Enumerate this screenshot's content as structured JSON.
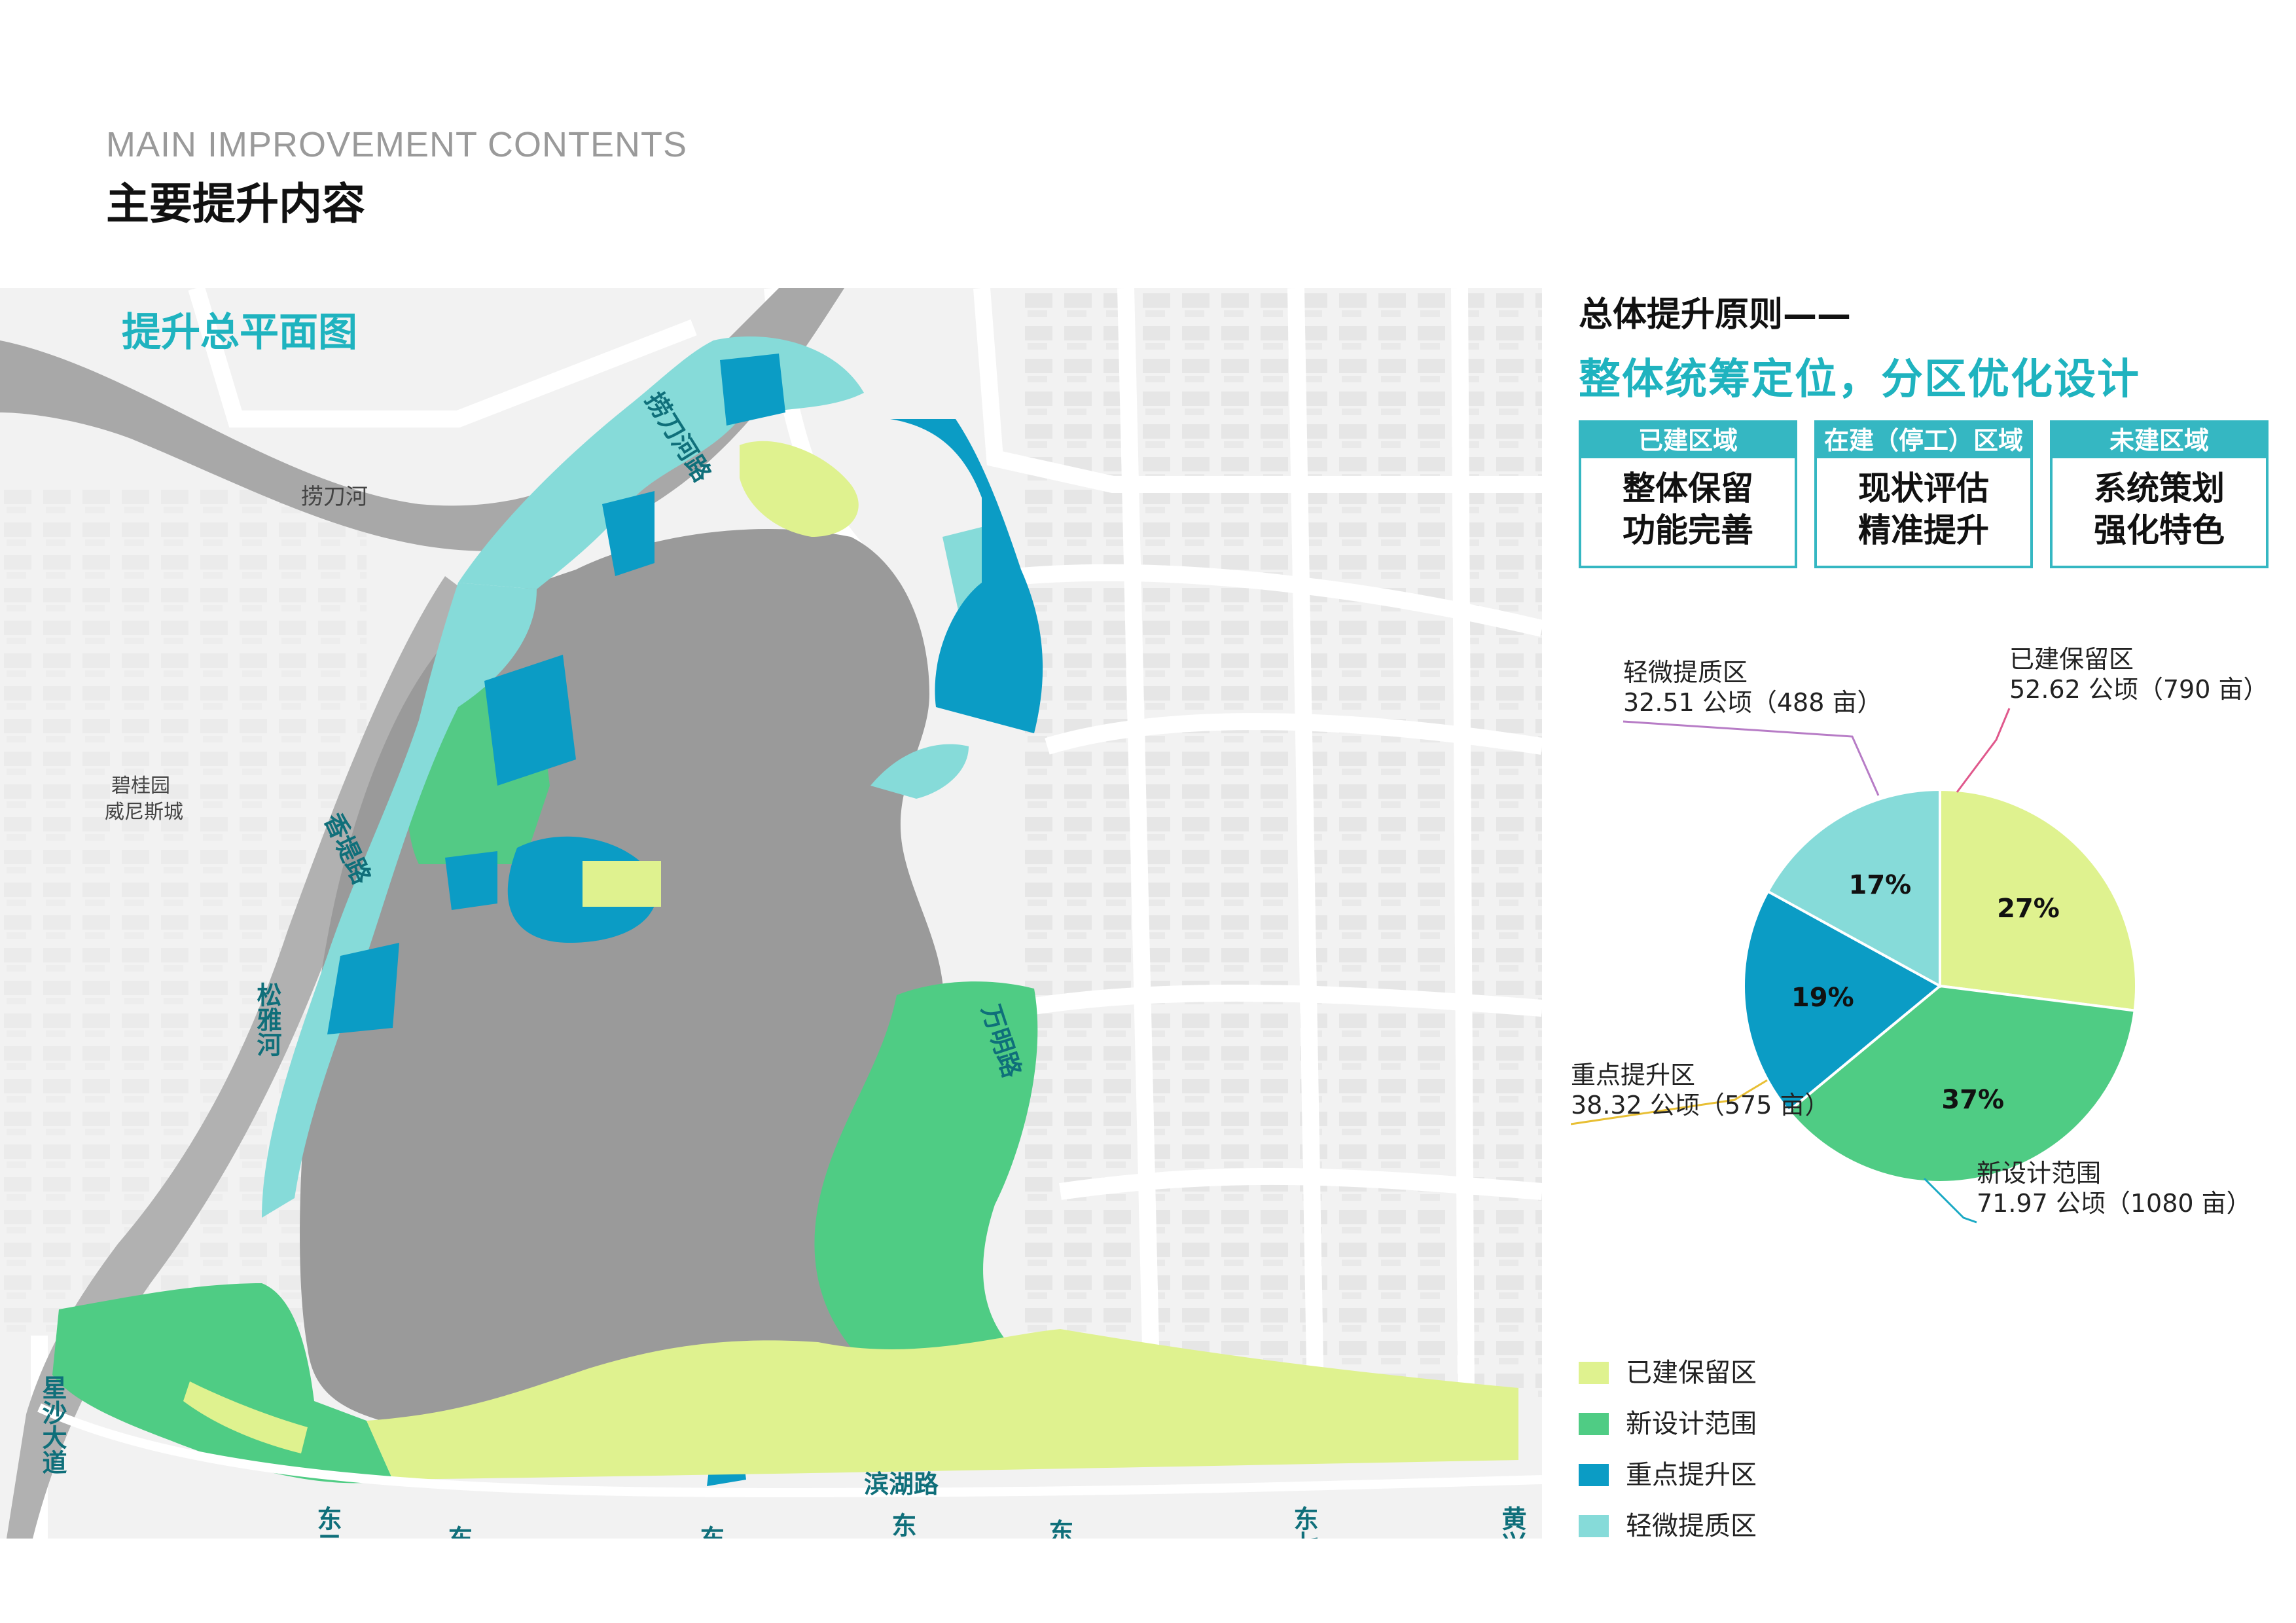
{
  "header": {
    "en_title": "MAIN IMPROVEMENT CONTENTS",
    "cn_title": "主要提升内容"
  },
  "map": {
    "title": "提升总平面图",
    "labels": {
      "laodao_river_road": "捞刀河路",
      "laodao_river": "捞刀河",
      "biguiyuan": "碧桂园",
      "weinisi": "威尼斯城",
      "xiangdi_road": "香堤路",
      "songya_river": "松雅河",
      "wanming_road": "万明路",
      "xingsha_avenue": "星沙大道",
      "binhu_road": "滨湖路",
      "dong2": "东二路",
      "dong3": "东三路",
      "dong4": "东四路",
      "dong5": "东五路",
      "dong6": "东六路",
      "dong7": "东七路",
      "huangxing_avenue": "黄兴大道"
    }
  },
  "principle": {
    "heading": "总体提升原则——",
    "subheading": "整体统筹定位，分区优化设计",
    "boxes": [
      {
        "head": "已建区域",
        "line1": "整体保留",
        "line2": "功能完善"
      },
      {
        "head": "在建（停工）区域",
        "line1": "现状评估",
        "line2": "精准提升"
      },
      {
        "head": "未建区域",
        "line1": "系统策划",
        "line2": "强化特色"
      }
    ]
  },
  "chart_data": {
    "type": "pie",
    "slices": [
      {
        "name": "已建保留区",
        "percent": 27,
        "label": "27%",
        "area": "52.62 公顷（790 亩）",
        "color": "#dff28f"
      },
      {
        "name": "新设计范围",
        "percent": 37,
        "label": "37%",
        "area": "71.97 公顷（1080 亩）",
        "color": "#4fcc84"
      },
      {
        "name": "重点提升区",
        "percent": 19,
        "label": "19%",
        "area": "38.32 公顷（575 亩）",
        "color": "#0b9cc5"
      },
      {
        "name": "轻微提质区",
        "percent": 17,
        "label": "17%",
        "area": "32.51 公顷（488 亩）",
        "color": "#86dbd9"
      }
    ]
  },
  "legend": {
    "items": [
      {
        "label": "已建保留区",
        "color": "#dff28f"
      },
      {
        "label": "新设计范围",
        "color": "#4fcc84"
      },
      {
        "label": "重点提升区",
        "color": "#0b9cc5"
      },
      {
        "label": "轻微提质区",
        "color": "#86dbd9"
      }
    ]
  }
}
